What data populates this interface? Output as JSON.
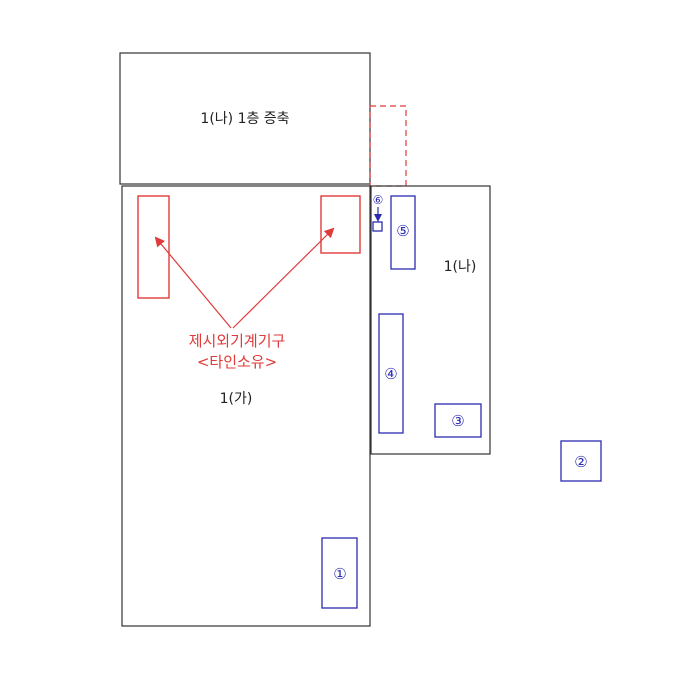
{
  "labels": {
    "extension": "1(나) 1층 증축",
    "building_na": "1(나)",
    "building_ga": "1(가)",
    "annotation_line1": "제시외기계기구",
    "annotation_line2": "<타인소유>",
    "item1": "①",
    "item2": "②",
    "item3": "③",
    "item4": "④",
    "item5": "⑤",
    "item6": "⑥"
  },
  "colors": {
    "outline": "#333333",
    "red": "#e03a3a",
    "blue": "#2b2bb0"
  }
}
